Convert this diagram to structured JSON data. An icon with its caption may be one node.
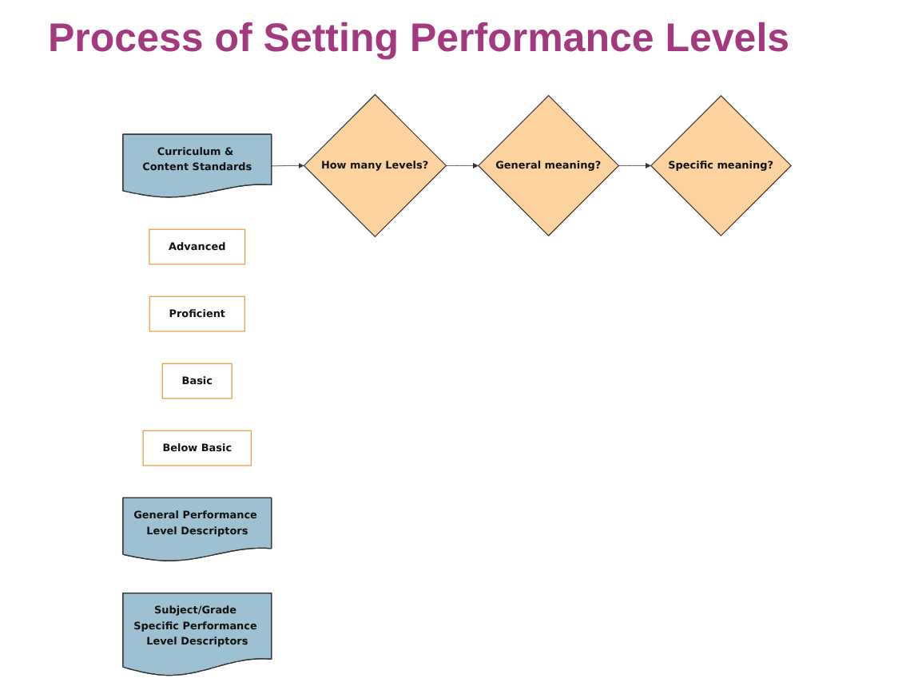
{
  "diagram": {
    "title": "Process of Setting Performance Levels",
    "nodes": [
      {
        "text": [
          "Curriculum & Content Standards"
        ]
      },
      {
        "text": [
          "How many Levels?"
        ]
      },
      {
        "text": [
          "General meaning?"
        ]
      },
      {
        "text": [
          "Specific meaning?"
        ]
      },
      {
        "text": [
          "Advanced"
        ]
      },
      {
        "text": [
          "Proficient"
        ]
      },
      {
        "text": [
          "Basic"
        ]
      },
      {
        "text": [
          "Below Basic"
        ]
      },
      {
        "text": [
          "General Performance Level Descriptors"
        ]
      },
      {
        "text": [
          "Subject/Grade Specific Performance Level Descriptors"
        ]
      }
    ],
    "edges": [
      {
        "from": 0,
        "to": 1,
        "arrow": "to"
      },
      {
        "from": 1,
        "to": 2,
        "arrow": "to"
      },
      {
        "from": 2,
        "to": 3,
        "arrow": "to"
      }
    ]
  }
}
